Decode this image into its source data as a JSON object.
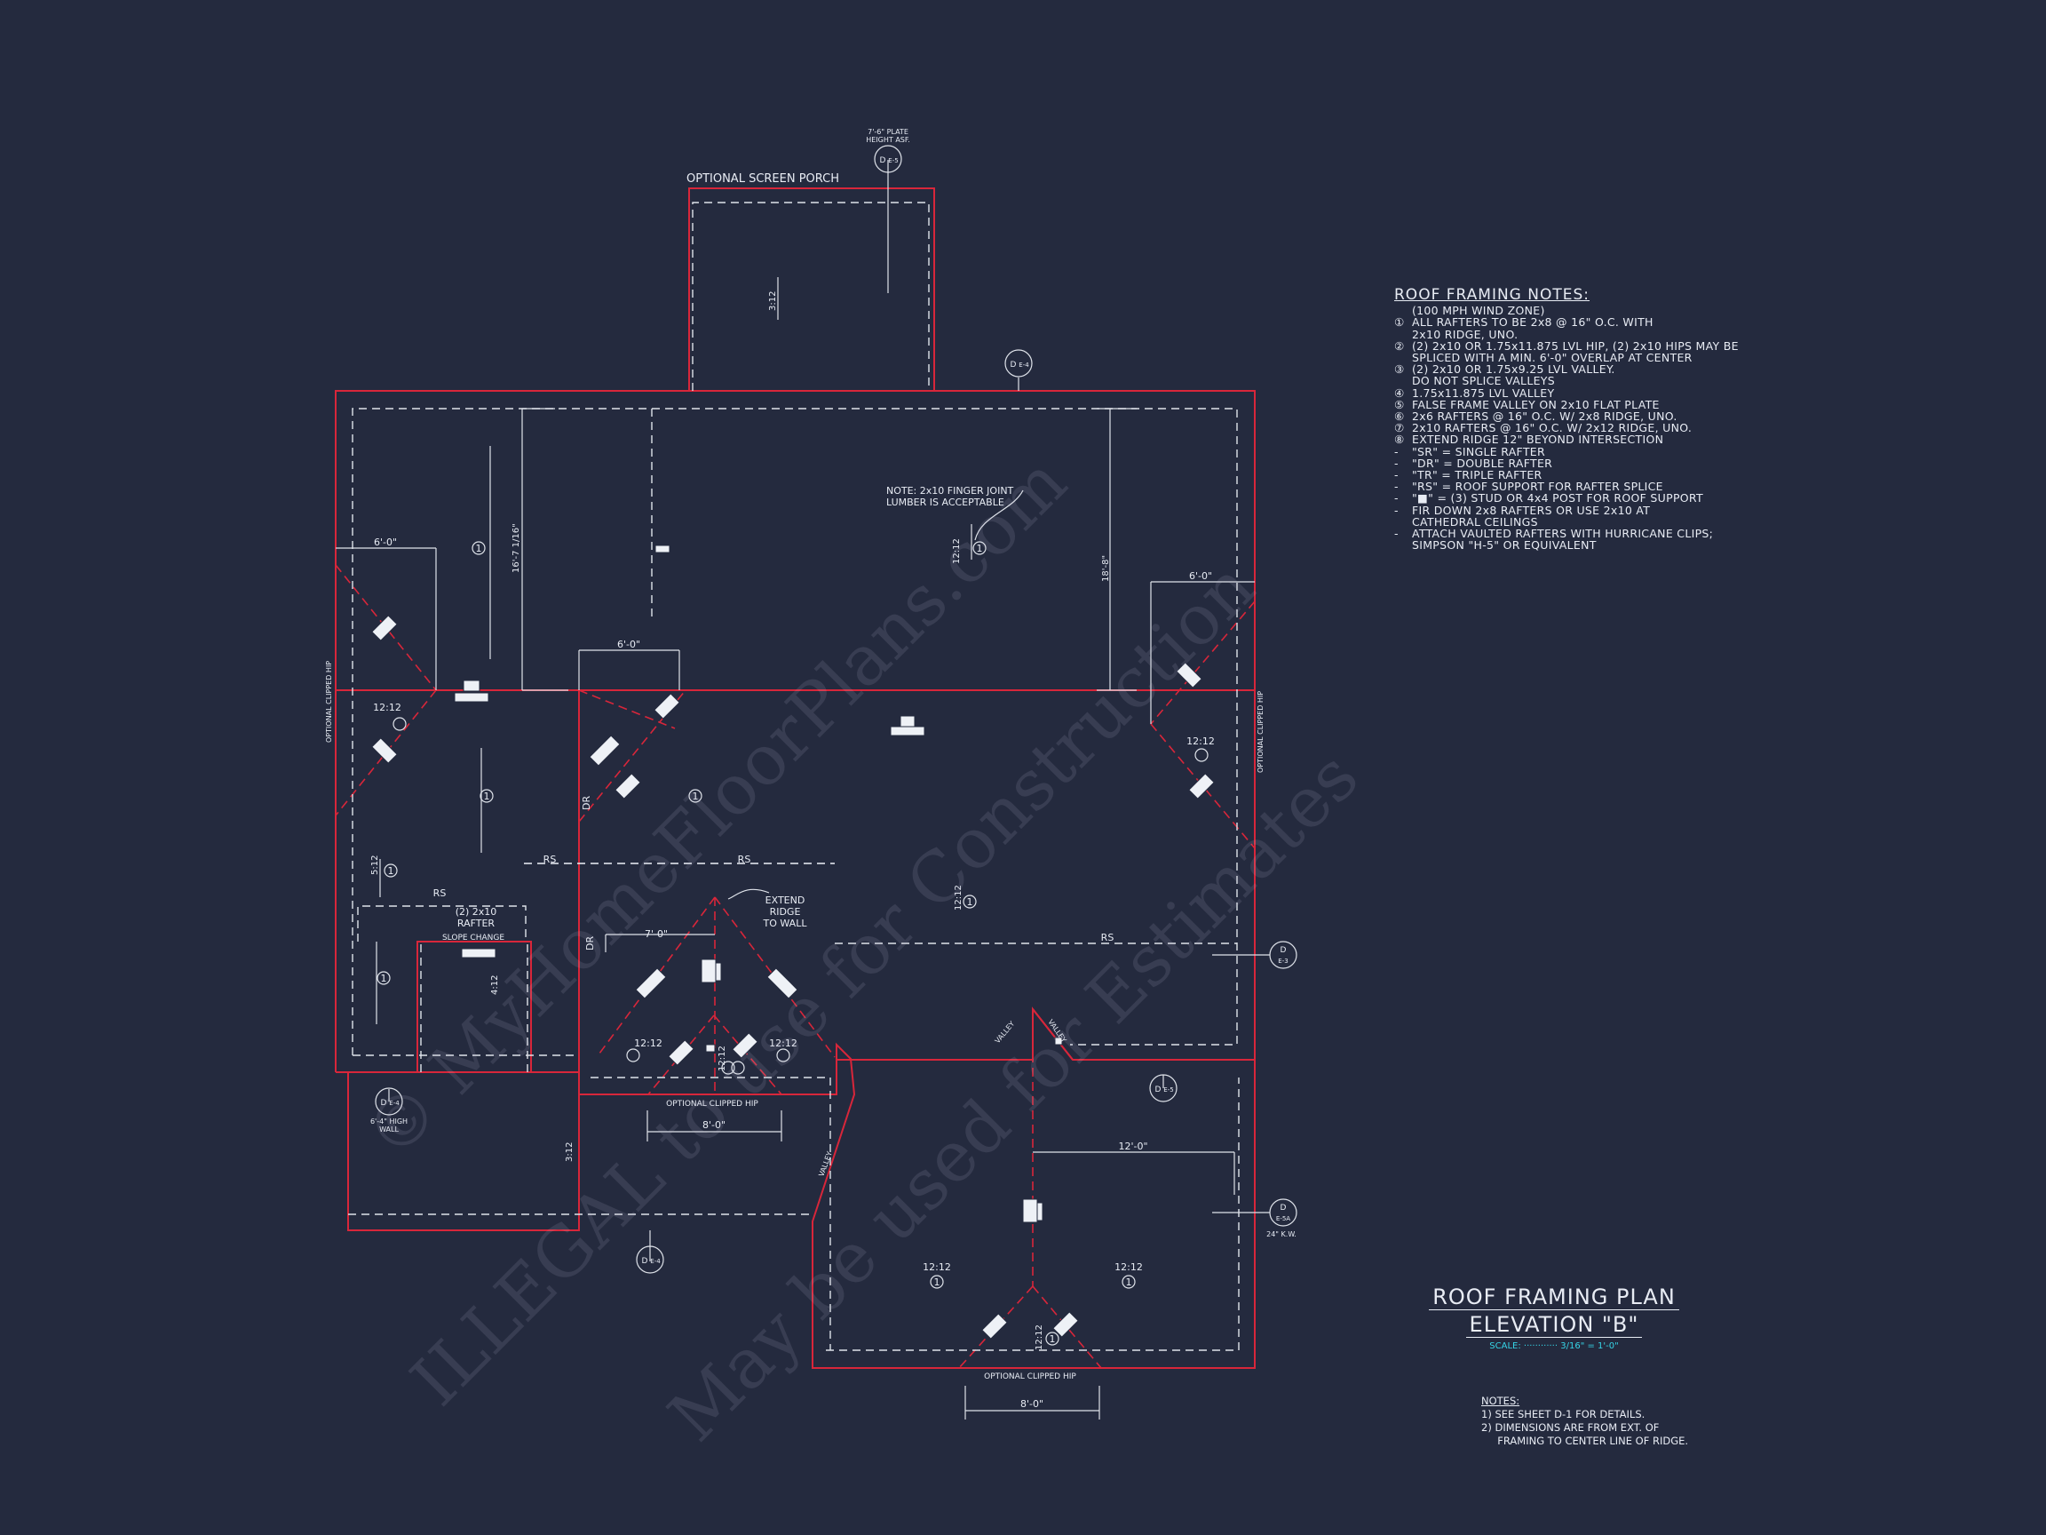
{
  "notes": {
    "title": "ROOF FRAMING NOTES:",
    "items": [
      {
        "mark": "",
        "text": "(100 MPH WIND ZONE)"
      },
      {
        "mark": "①",
        "text": "ALL RAFTERS TO BE 2x8 @ 16\" O.C. WITH"
      },
      {
        "mark": "",
        "text": "2x10 RIDGE, UNO."
      },
      {
        "mark": "②",
        "text": "(2) 2x10 OR 1.75x11.875 LVL HIP, (2) 2x10 HIPS MAY BE"
      },
      {
        "mark": "",
        "text": "SPLICED WITH A MIN. 6'-0\" OVERLAP AT CENTER"
      },
      {
        "mark": "③",
        "text": "(2) 2x10 OR 1.75x9.25 LVL VALLEY."
      },
      {
        "mark": "",
        "text": "DO NOT SPLICE VALLEYS"
      },
      {
        "mark": "④",
        "text": "1.75x11.875 LVL VALLEY"
      },
      {
        "mark": "⑤",
        "text": "FALSE FRAME VALLEY ON 2x10 FLAT PLATE"
      },
      {
        "mark": "⑥",
        "text": "2x6 RAFTERS @ 16\" O.C. W/ 2x8 RIDGE, UNO."
      },
      {
        "mark": "⑦",
        "text": "2x10 RAFTERS @ 16\" O.C. W/ 2x12 RIDGE, UNO."
      },
      {
        "mark": "⑧",
        "text": "EXTEND RIDGE 12\" BEYOND INTERSECTION"
      },
      {
        "mark": "-",
        "text": "\"SR\" = SINGLE RAFTER"
      },
      {
        "mark": "-",
        "text": "\"DR\" = DOUBLE RAFTER"
      },
      {
        "mark": "-",
        "text": "\"TR\" = TRIPLE RAFTER"
      },
      {
        "mark": "-",
        "text": "\"RS\" = ROOF SUPPORT FOR RAFTER SPLICE"
      },
      {
        "mark": "-",
        "text": "\"■\" = (3) STUD OR 4x4 POST FOR ROOF SUPPORT"
      },
      {
        "mark": "-",
        "text": "FIR DOWN 2x8 RAFTERS OR USE 2x10 AT"
      },
      {
        "mark": "",
        "text": "CATHEDRAL CEILINGS"
      },
      {
        "mark": "-",
        "text": "ATTACH VAULTED RAFTERS WITH HURRICANE CLIPS;"
      },
      {
        "mark": "",
        "text": "SIMPSON \"H-5\" OR EQUIVALENT"
      }
    ]
  },
  "title_block": {
    "line1": "ROOF FRAMING PLAN",
    "line2": "ELEVATION \"B\"",
    "scale_label": "SCALE:",
    "scale_value": "3/16\" = 1'-0\""
  },
  "footer_notes": {
    "heading": "NOTES:",
    "lines": [
      "1)  SEE SHEET D-1 FOR DETAILS.",
      "2)  DIMENSIONS ARE FROM EXT. OF",
      "     FRAMING TO CENTER LINE OF RIDGE."
    ]
  },
  "watermark": {
    "line1": "© MyHomeFloorPlans.com",
    "line2": "ILLEGAL to use for Construction",
    "line3": "May be used for Estimates"
  },
  "plan": {
    "optional_screen_porch": "OPTIONAL SCREEN PORCH",
    "plate_height": "7'-6\" PLATE",
    "plate_height2": "HEIGHT ASF.",
    "note_finger_joint_1": "NOTE: 2x10 FINGER JOINT",
    "note_finger_joint_2": "LUMBER IS ACCEPTABLE",
    "extend_ridge_1": "EXTEND",
    "extend_ridge_2": "RIDGE",
    "extend_ridge_3": "TO WALL",
    "rafter_2x10_1": "(2) 2x10",
    "rafter_2x10_2": "RAFTER",
    "slope_change": "SLOPE CHANGE",
    "optional_clipped_hip": "OPTIONAL CLIPPED HIP",
    "high_wall_1": "6'-4\" HIGH",
    "high_wall_2": "WALL",
    "knee_wall": "24\" K.W.",
    "valley": "VALLEY",
    "rs": "RS",
    "dr": "DR",
    "slope_3_12": "3:12",
    "slope_4_12": "4:12",
    "slope_5_12": "5:12",
    "slope_12_12": "12:12",
    "dim_6_0": "6'-0\"",
    "dim_7_0": "7'-0\"",
    "dim_8_0": "8'-0\"",
    "dim_12_0": "12'-0\"",
    "dim_16_7": "16'-7 1/16\"",
    "dim_18_8": "18'-8\"",
    "detail_d": "D",
    "detail_e5": "E-5",
    "detail_e4": "E-4",
    "detail_e3": "E-3",
    "detail_e5a": "E-5A",
    "circled_1": "1"
  }
}
